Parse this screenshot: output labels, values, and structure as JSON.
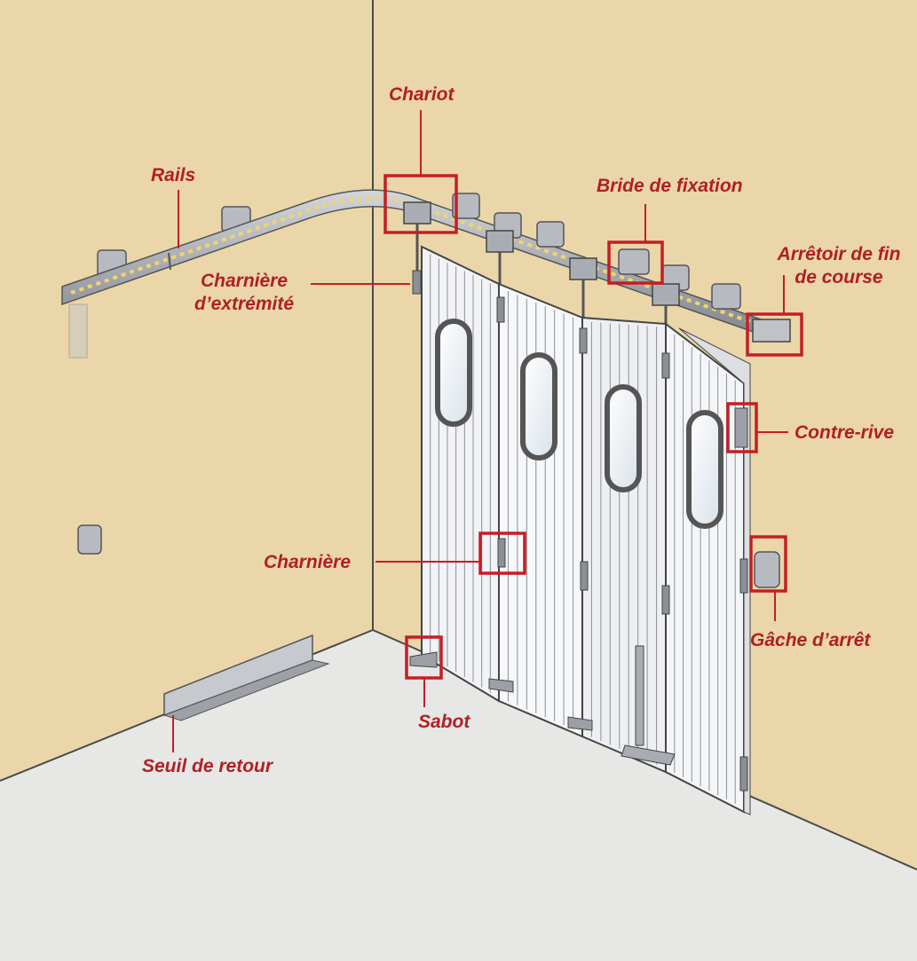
{
  "theme": {
    "wall_color": "#ead6a9",
    "floor_color": "#e7e7e5",
    "label_color": "#b11f24",
    "highlight_color": "#c41e24",
    "door_panel_color": "#f2f3f6",
    "metal_color": "#9da1a7"
  },
  "labels": {
    "chariot": "Chariot",
    "rails": "Rails",
    "bride": "Bride de fixation",
    "arretoir_line1": "Arrêtoir de fin",
    "arretoir_line2": "de course",
    "charniere_ext_line1": "Charnière",
    "charniere_ext_line2": "d’extrémité",
    "contre_rive": "Contre-rive",
    "charniere": "Charnière",
    "gache": "Gâche d’arrêt",
    "sabot": "Sabot",
    "seuil": "Seuil de retour"
  }
}
